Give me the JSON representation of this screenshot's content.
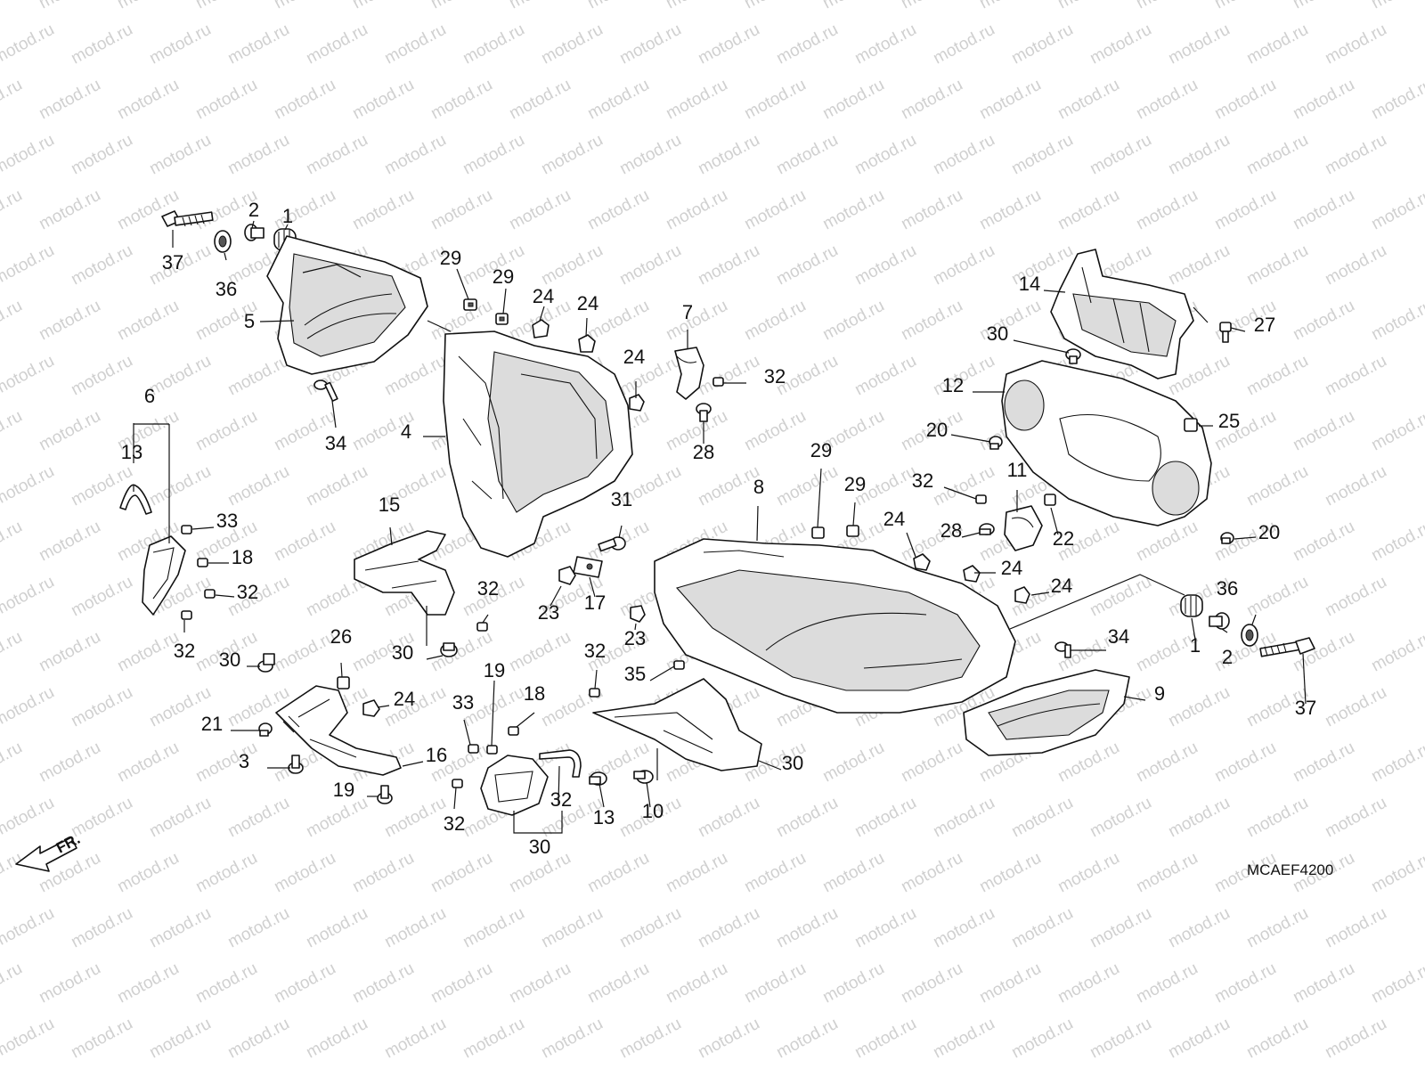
{
  "diagram": {
    "code": "MCAEF4200",
    "watermark": "motod.ru",
    "direction_label": "FR.",
    "callouts": [
      "37",
      "2",
      "1",
      "36",
      "5",
      "34",
      "29",
      "29",
      "24",
      "24",
      "4",
      "7",
      "32",
      "24",
      "28",
      "6",
      "13",
      "33",
      "18",
      "32",
      "32",
      "30",
      "15",
      "30",
      "32",
      "31",
      "23",
      "17",
      "23",
      "8",
      "29",
      "29",
      "14",
      "27",
      "30",
      "12",
      "20",
      "25",
      "32",
      "11",
      "22",
      "28",
      "24",
      "24",
      "24",
      "20",
      "1",
      "36",
      "2",
      "34",
      "37",
      "9",
      "32",
      "35",
      "26",
      "24",
      "21",
      "3",
      "19",
      "19",
      "18",
      "33",
      "32",
      "32",
      "13",
      "30",
      "10",
      "30",
      "16"
    ]
  }
}
